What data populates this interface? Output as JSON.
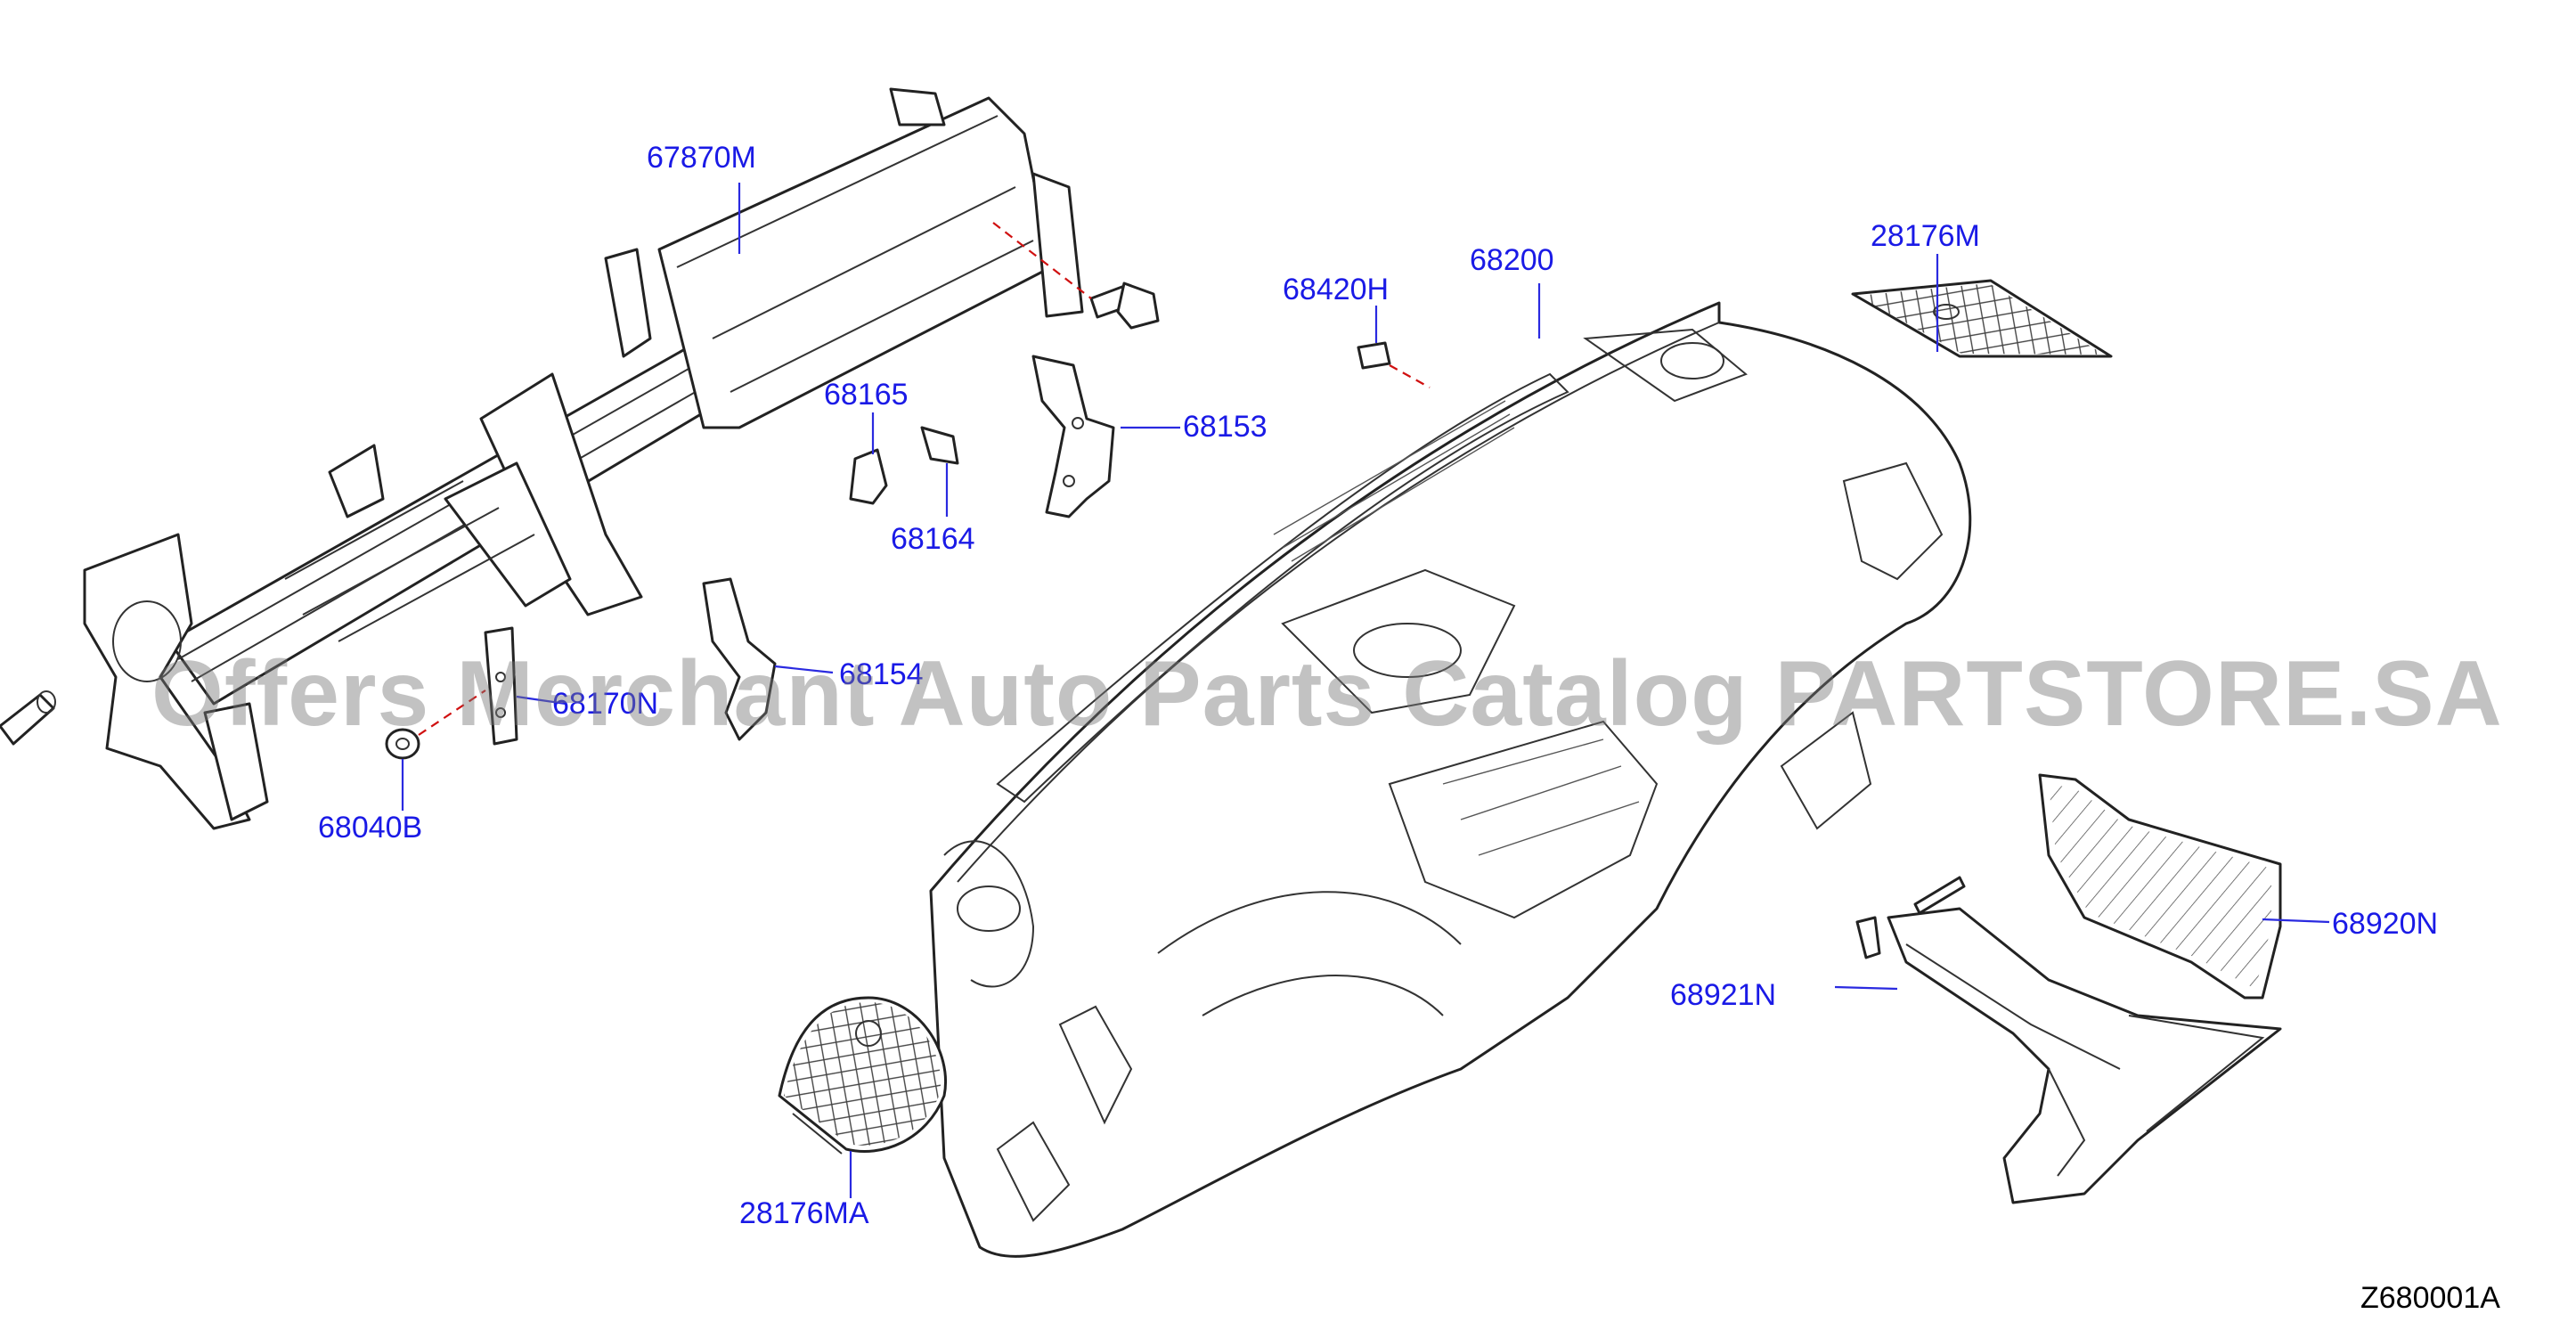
{
  "diagram": {
    "callouts": {
      "p67870M": "67870M",
      "p68200": "68200",
      "p68420H": "68420H",
      "p28176M": "28176M",
      "p68165": "68165",
      "p68153": "68153",
      "p68164": "68164",
      "p68154": "68154",
      "p68170N": "68170N",
      "p68040B": "68040B",
      "p68920N": "68920N",
      "p68921N": "68921N",
      "p28176MA": "28176MA"
    },
    "reference_code": "Z680001A",
    "watermark": "Offers Merchant Auto Parts Catalog PARTSTORE.SA",
    "colors": {
      "callout_text": "#1a1ae6",
      "leader_line": "#2a2ae0",
      "dashed_guide": "#d01010",
      "linework": "#222222"
    }
  }
}
